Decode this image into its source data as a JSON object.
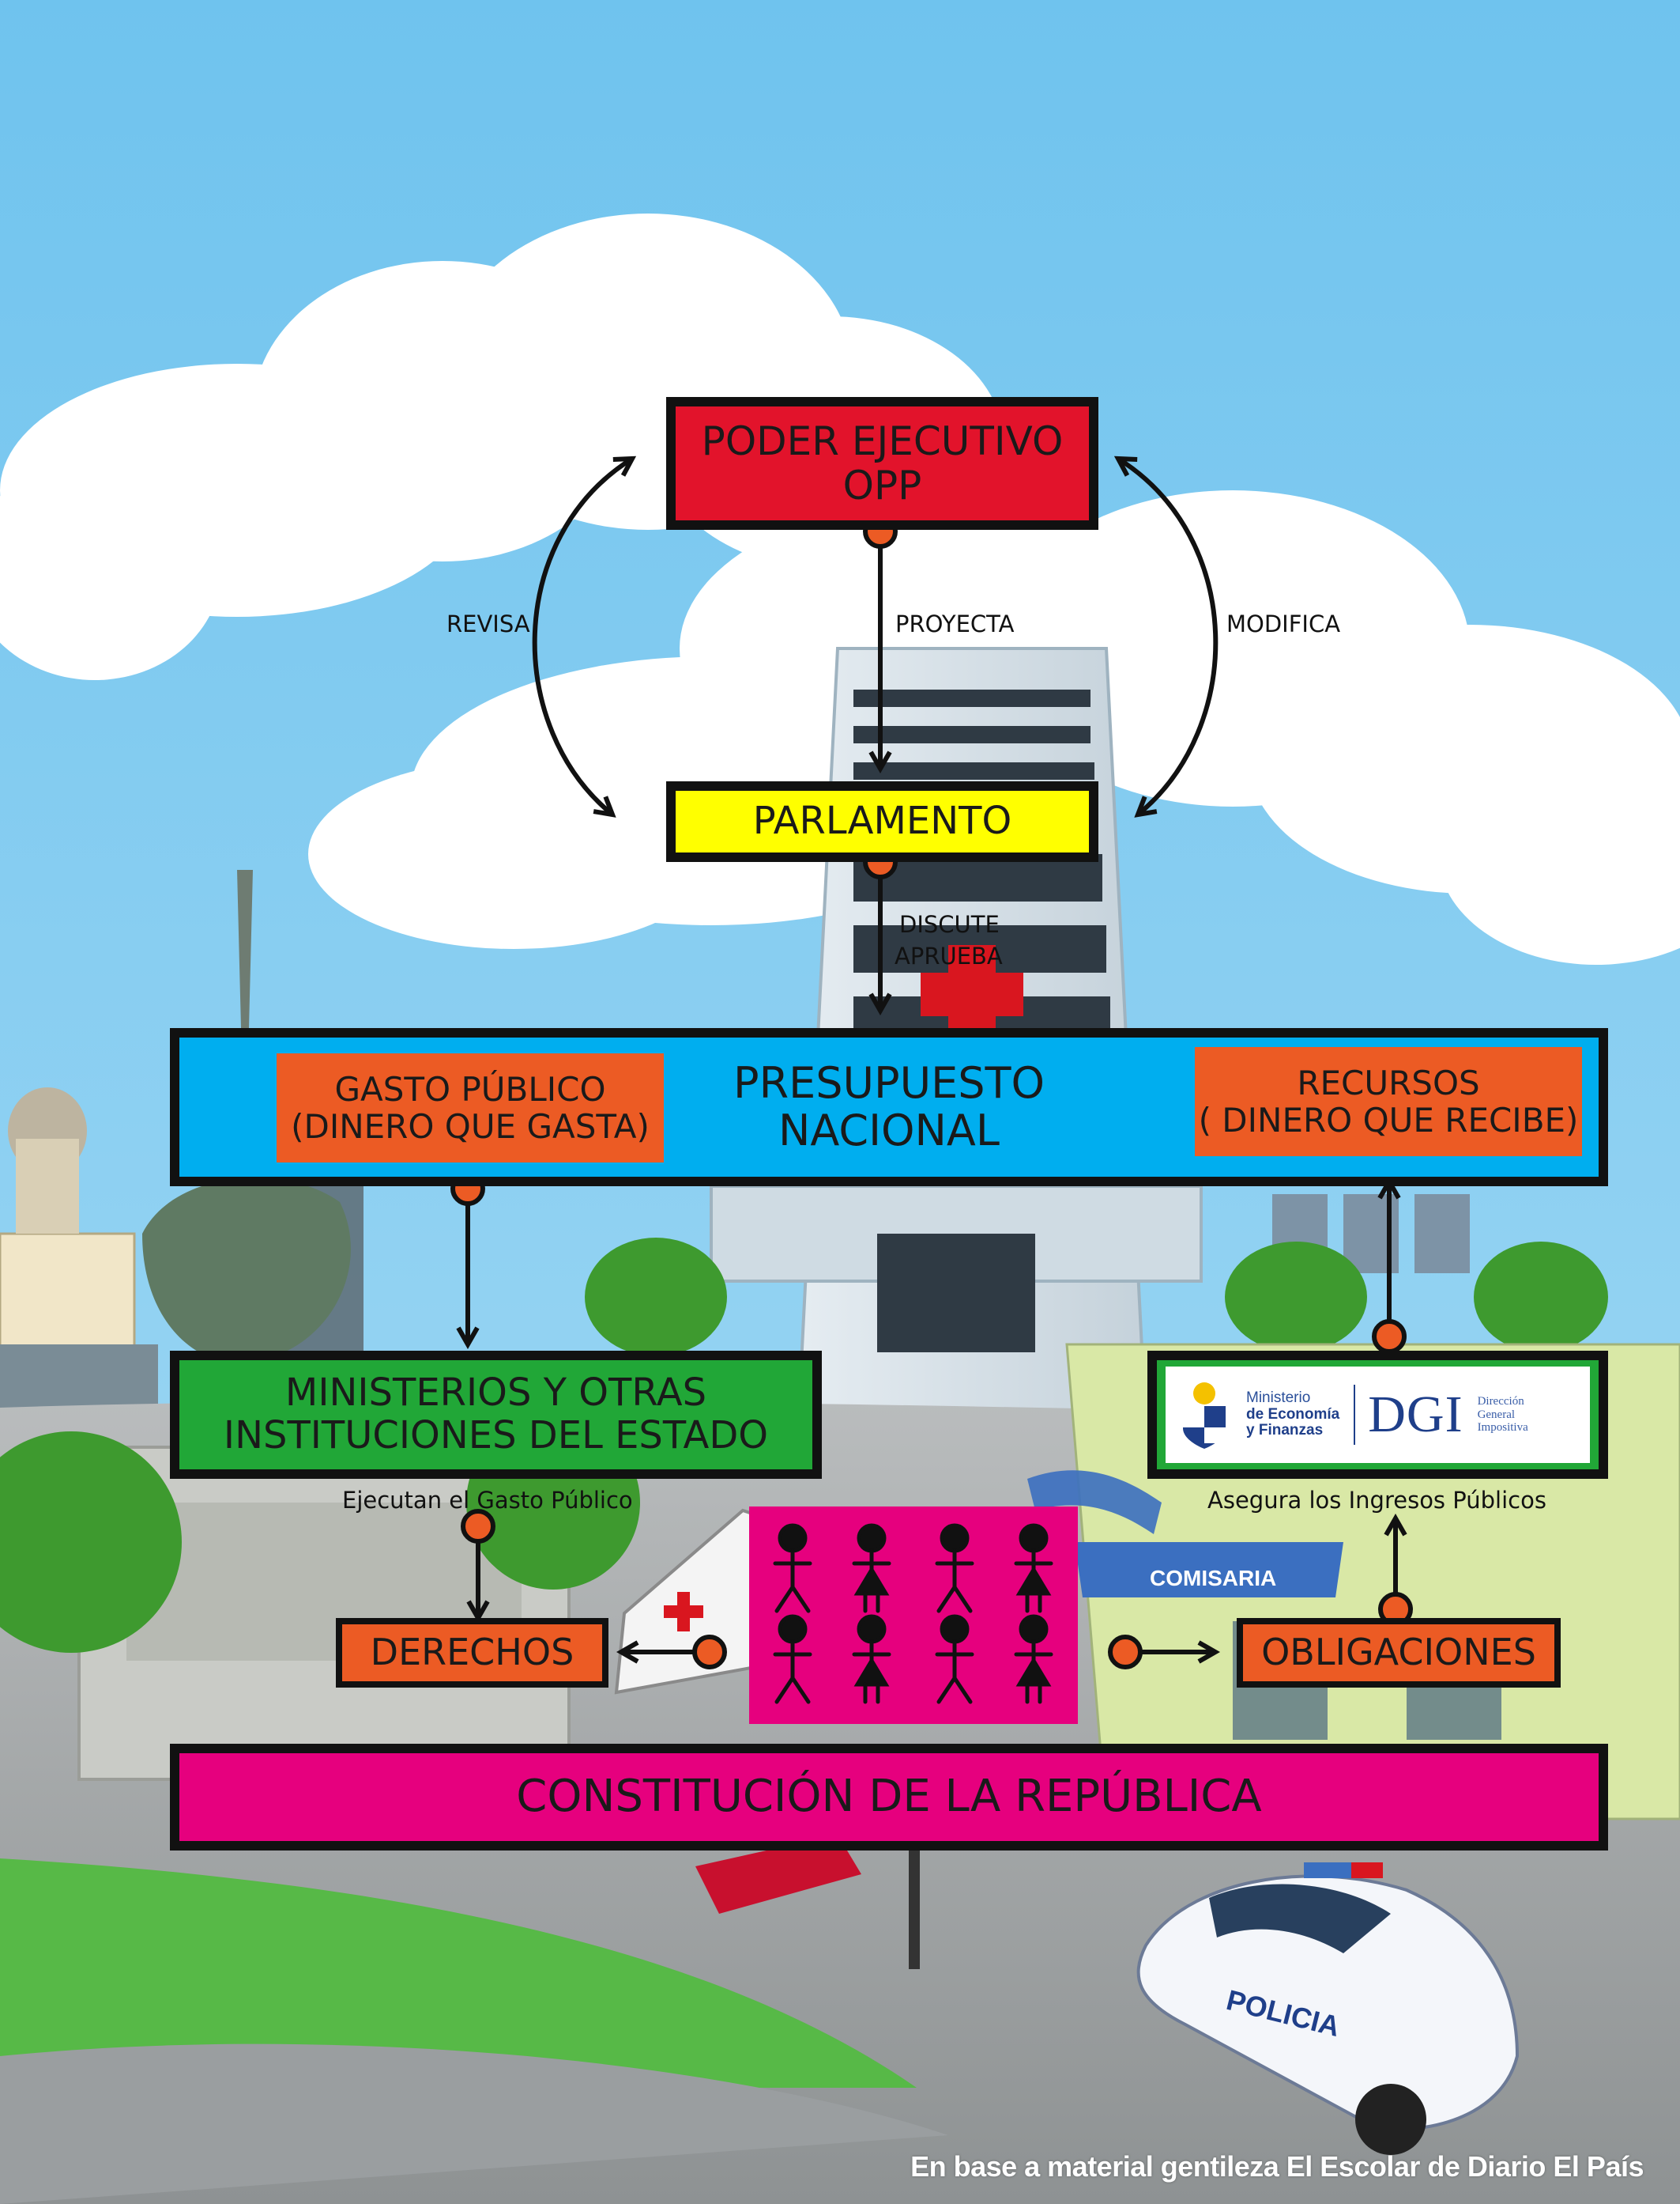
{
  "nodes": {
    "poder_ejecutivo": {
      "line1": "PODER EJECUTIVO",
      "line2": "OPP"
    },
    "parlamento": {
      "label": "PARLAMENTO"
    },
    "presupuesto": {
      "line1": "PRESUPUESTO",
      "line2": "NACIONAL"
    },
    "gasto_publico": {
      "line1": "GASTO PÚBLICO",
      "line2": "(DINERO QUE GASTA)"
    },
    "recursos": {
      "line1": "RECURSOS",
      "line2": "( DINERO QUE RECIBE)"
    },
    "ministerios": {
      "line1": "MINISTERIOS Y OTRAS",
      "line2": "INSTITUCIONES DEL ESTADO"
    },
    "derechos": {
      "label": "DERECHOS"
    },
    "obligaciones": {
      "label": "OBLIGACIONES"
    },
    "constitucion": {
      "label": "CONSTITUCIÓN DE LA REPÚBLICA"
    }
  },
  "edge_labels": {
    "revisa": "REVISA",
    "proyecta": "PROYECTA",
    "modifica": "MODIFICA",
    "discute": "DISCUTE",
    "aprueba": "APRUEBA",
    "ejecutan": "Ejecutan el Gasto Público",
    "asegura": "Asegura los Ingresos Públicos"
  },
  "logo": {
    "ministry_line1": "Ministerio",
    "ministry_line2": "de Economía",
    "ministry_line3": "y Finanzas",
    "dgi": "DGI",
    "dgi_sub1": "Dirección",
    "dgi_sub2": "General",
    "dgi_sub3": "Impositiva"
  },
  "signs": {
    "comisaria": "COMISARIA",
    "policia": "POLICIA"
  },
  "credit": "En base a material gentileza El Escolar de Diario El País",
  "colors": {
    "sky": "#7cc8ef",
    "poder_ejecutivo": "#e2132b",
    "parlamento": "#ffff00",
    "presupuesto": "#00aeef",
    "orange": "#ec5b24",
    "green": "#21a737",
    "magenta": "#e6007e",
    "connector": "#ec5b24"
  }
}
